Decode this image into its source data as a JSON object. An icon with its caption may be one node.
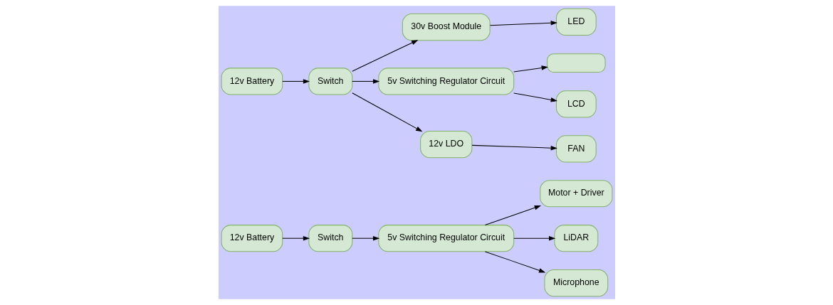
{
  "diagram": {
    "nodes": [
      {
        "text": [
          "12v Battery"
        ]
      },
      {
        "text": [
          "Switch"
        ]
      },
      {
        "text": [
          "5v Switching Regulator Circuit"
        ]
      },
      {
        "text": [
          "Motor + Driver"
        ]
      },
      {
        "text": [
          "LiDAR"
        ]
      },
      {
        "text": [
          "Microphone"
        ]
      },
      {
        "text": [
          "LED"
        ]
      },
      {
        "text": [
          "30v Boost Module"
        ]
      },
      {
        "text": [],
        "shape": "box"
      },
      {
        "text": [
          "5v Switching Regulator Circuit"
        ]
      },
      {
        "text": [
          "Switch"
        ]
      },
      {
        "text": [
          "12v Battery"
        ]
      },
      {
        "text": [
          "LCD"
        ]
      },
      {
        "text": [
          "FAN"
        ]
      },
      {
        "text": [
          "12v LDO"
        ]
      }
    ],
    "edges": [
      {
        "from": 0,
        "to": 1,
        "arrow": "to"
      },
      {
        "from": 1,
        "to": 2,
        "arrow": "to"
      },
      {
        "from": 2,
        "to": 3,
        "arrow": "to"
      },
      {
        "from": 2,
        "to": 4,
        "arrow": "to"
      },
      {
        "from": 2,
        "to": 5,
        "arrow": "to"
      },
      {
        "from": 11,
        "to": 10,
        "arrow": "to"
      },
      {
        "from": 10,
        "to": 7,
        "arrow": "to"
      },
      {
        "from": 10,
        "to": 9,
        "arrow": "to"
      },
      {
        "from": 10,
        "to": 14,
        "arrow": "to"
      },
      {
        "from": 7,
        "to": 6,
        "arrow": "to"
      },
      {
        "from": 9,
        "to": 8,
        "arrow": "to"
      },
      {
        "from": 9,
        "to": 12,
        "arrow": "to"
      },
      {
        "from": 14,
        "to": 13,
        "arrow": "to"
      }
    ]
  }
}
